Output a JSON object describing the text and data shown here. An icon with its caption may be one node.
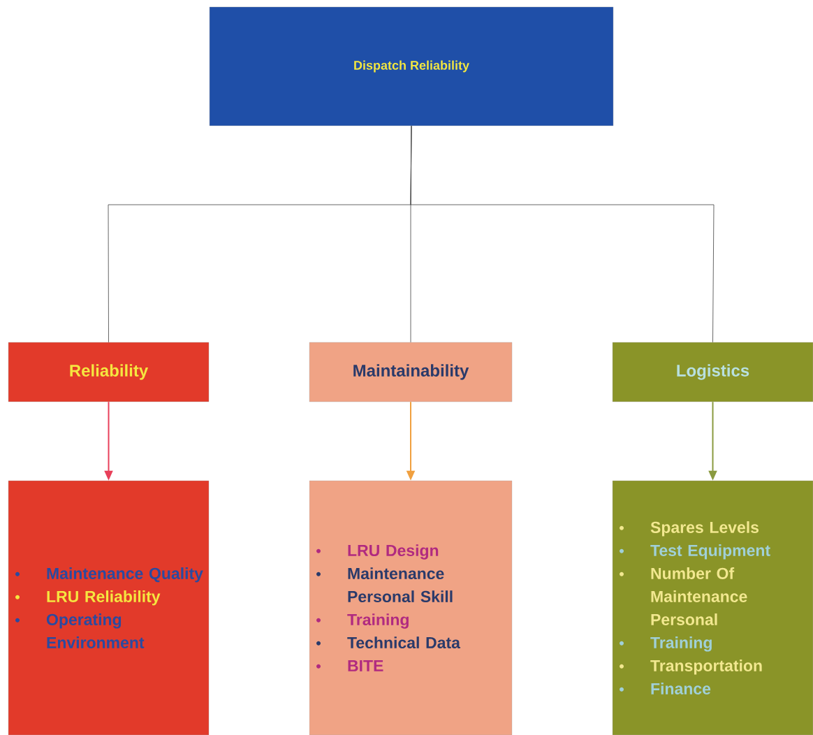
{
  "diagram": {
    "nodes": [
      {
        "text": [
          "Dispatch Reliability"
        ]
      },
      {
        "text": [
          "Reliability"
        ]
      },
      {
        "text": [
          "Maintainability"
        ]
      },
      {
        "text": [
          "Logistics"
        ]
      },
      {
        "text": [
          "Maintenance Quality",
          "LRU Reliability",
          "Operating Environment"
        ]
      },
      {
        "text": [
          "LRU Design",
          "Maintenance Personal Skill",
          "Training",
          "Technical Data",
          "BITE"
        ]
      },
      {
        "text": [
          "Spares Levels",
          "Test Equipment",
          "Number Of Maintenance Personal",
          "Training",
          "Transportation",
          "Finance"
        ]
      }
    ],
    "edges": [
      {
        "from": 0,
        "to": 1,
        "arrow": "none"
      },
      {
        "from": 0,
        "to": 2,
        "arrow": "none"
      },
      {
        "from": 0,
        "to": 3,
        "arrow": "none"
      },
      {
        "from": 1,
        "to": 4,
        "arrow": "to",
        "color": "#e8405a"
      },
      {
        "from": 2,
        "to": 5,
        "arrow": "to",
        "color": "#f0a040"
      },
      {
        "from": 3,
        "to": 6,
        "arrow": "to",
        "color": "#8a9a40"
      }
    ]
  }
}
